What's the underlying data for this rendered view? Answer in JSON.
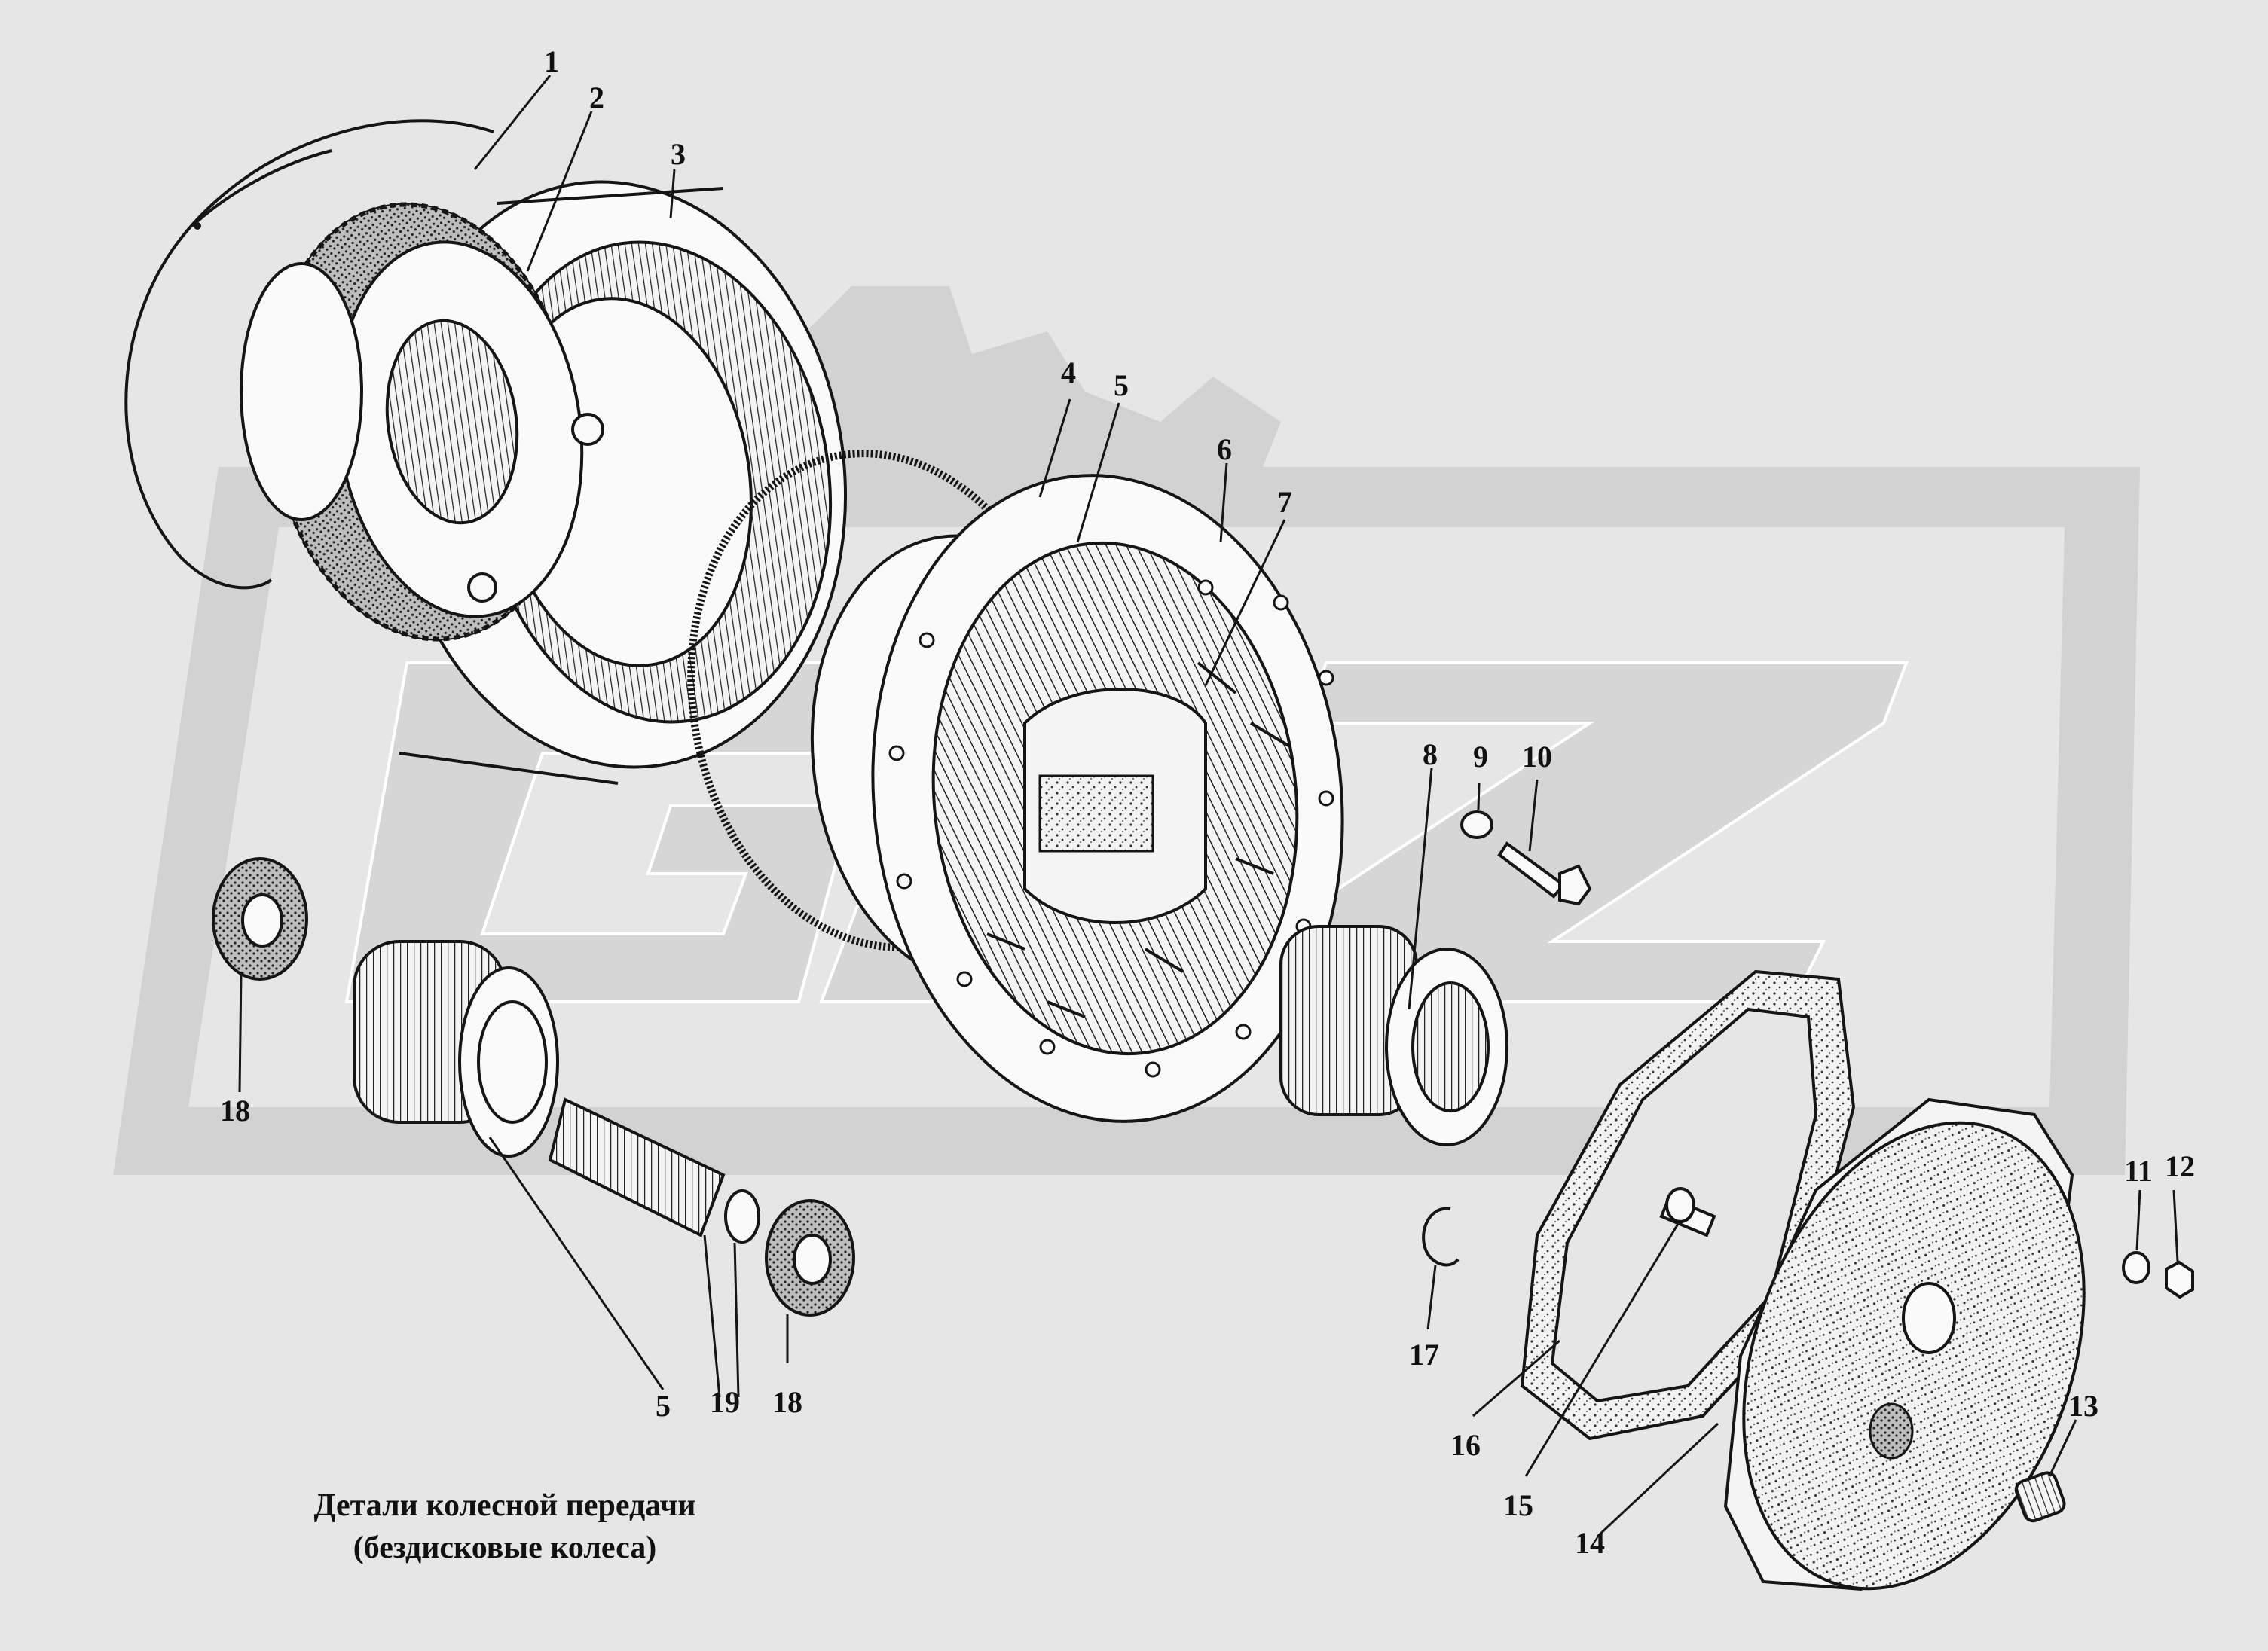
{
  "caption": {
    "line1": "Детали колесной передачи",
    "line2": "(бездисковые колеса)"
  },
  "watermark": {
    "text": "GAZ",
    "color": "#d2d2d2"
  },
  "callouts": [
    {
      "id": "c1",
      "text": "1"
    },
    {
      "id": "c2",
      "text": "2"
    },
    {
      "id": "c3",
      "text": "3"
    },
    {
      "id": "c4",
      "text": "4"
    },
    {
      "id": "c5a",
      "text": "5"
    },
    {
      "id": "c6",
      "text": "6"
    },
    {
      "id": "c7",
      "text": "7"
    },
    {
      "id": "c8",
      "text": "8"
    },
    {
      "id": "c9",
      "text": "9"
    },
    {
      "id": "c10",
      "text": "10"
    },
    {
      "id": "c11",
      "text": "11"
    },
    {
      "id": "c12",
      "text": "12"
    },
    {
      "id": "c13",
      "text": "13"
    },
    {
      "id": "c14",
      "text": "14"
    },
    {
      "id": "c15",
      "text": "15"
    },
    {
      "id": "c16",
      "text": "16"
    },
    {
      "id": "c17",
      "text": "17"
    },
    {
      "id": "c18a",
      "text": "18"
    },
    {
      "id": "c18b",
      "text": "18"
    },
    {
      "id": "c5b",
      "text": "5"
    },
    {
      "id": "c19",
      "text": "19"
    }
  ]
}
